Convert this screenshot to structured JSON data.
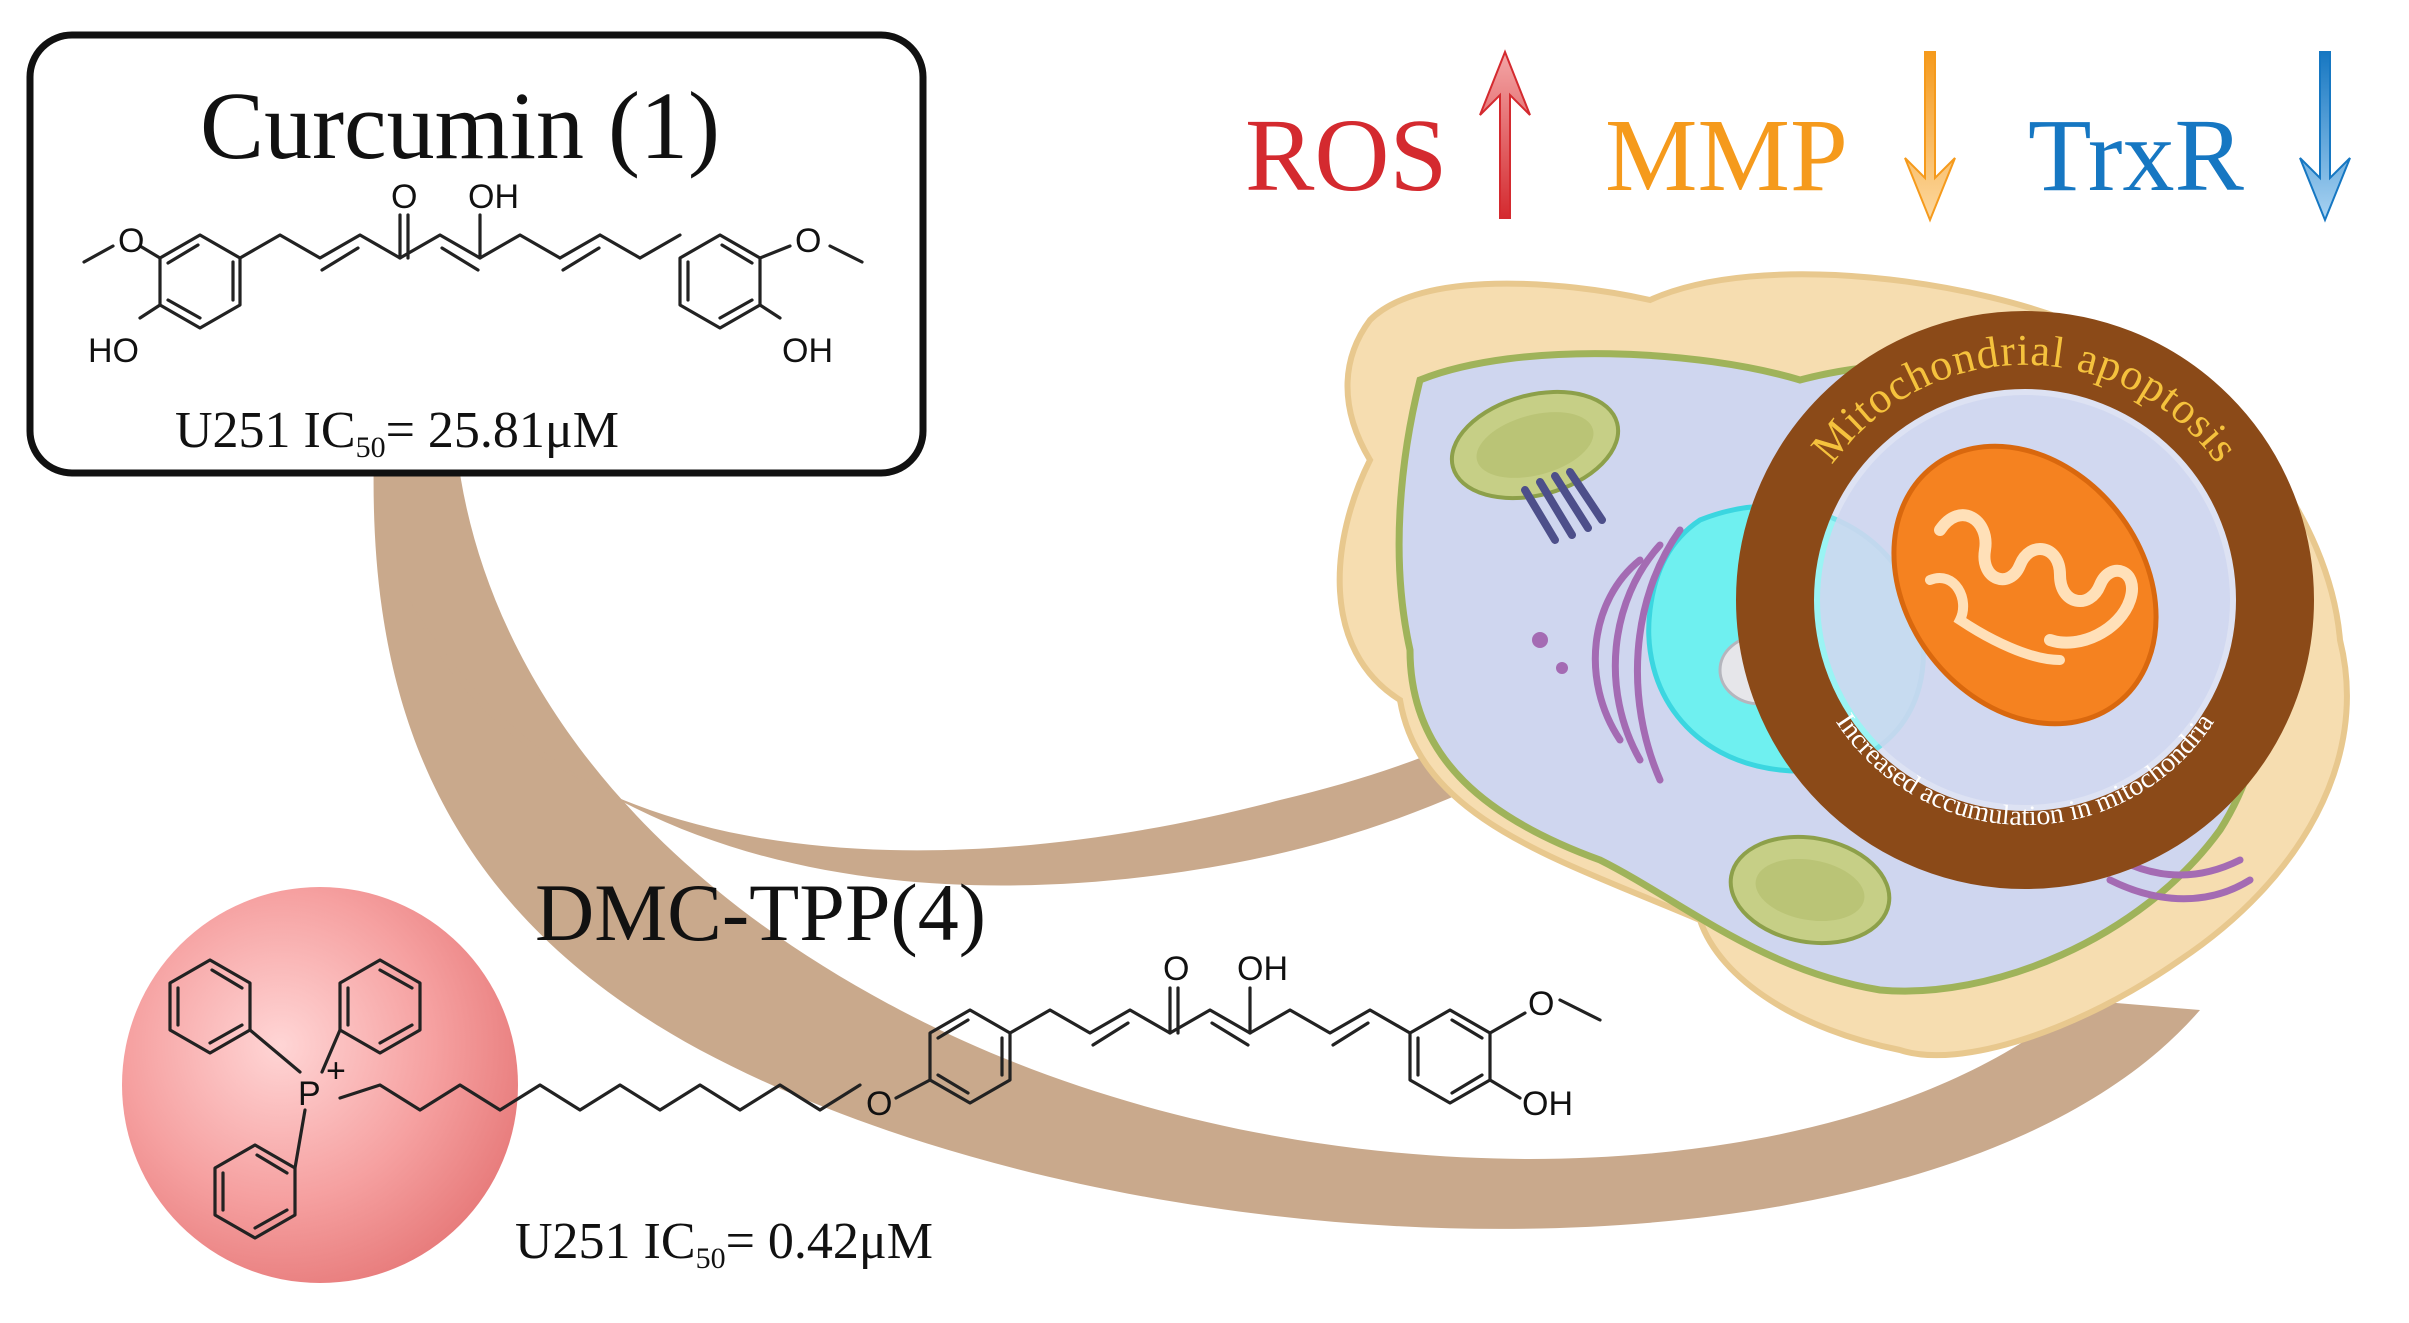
{
  "curcumin": {
    "title": "Curcumin (1)",
    "ic50_prefix": "U251 IC",
    "ic50_sub": "50",
    "ic50_value": "= 25.81μM"
  },
  "dmc_tpp": {
    "title": "DMC-TPP(4)",
    "ic50_prefix": "U251 IC",
    "ic50_sub": "50",
    "ic50_value": "= 0.42μM"
  },
  "markers": [
    {
      "label": "ROS",
      "direction": "up",
      "color": "#d42a2f"
    },
    {
      "label": "MMP",
      "direction": "down",
      "color": "#f59a1c"
    },
    {
      "label": "TrxR",
      "direction": "down",
      "color": "#1677c2"
    }
  ],
  "badge": {
    "outer_text": "Mitochondrial apoptosis",
    "inner_text": "Increased accumulation in mitochondria"
  },
  "atoms": {
    "O": "O",
    "OH": "OH",
    "HO": "HO",
    "P": "P",
    "plus": "+"
  },
  "colors": {
    "arrow": "#c9a98c",
    "tpp_sphere": "#f08a8a",
    "badge_ring": "#8b4a18",
    "badge_text": "#f5c23d",
    "mito_orange": "#f58220"
  }
}
